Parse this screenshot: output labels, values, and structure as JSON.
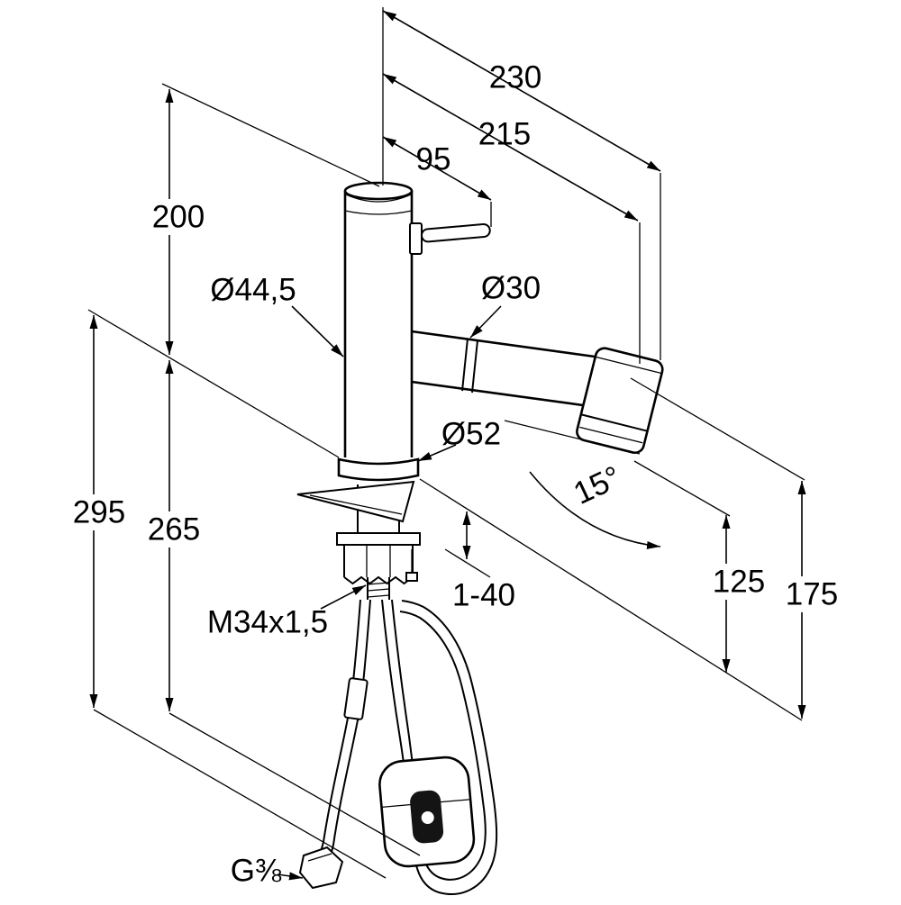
{
  "drawing": {
    "background": "#ffffff",
    "line_color": "#000000"
  },
  "dimensions": {
    "total_projection": "230",
    "spout_projection": "215",
    "lever_length": "95",
    "upper_body_height": "200",
    "total_height": "295",
    "body_height": "265",
    "spray_outlet_height": "125",
    "spout_height": "175",
    "deck_thickness_range": "1-40",
    "body_diameter": "Ø44,5",
    "spout_diameter": "Ø30",
    "base_diameter": "Ø52",
    "spray_head_angle": "15°",
    "mounting_thread": "M34x1,5",
    "supply_connection": "G⅜"
  }
}
